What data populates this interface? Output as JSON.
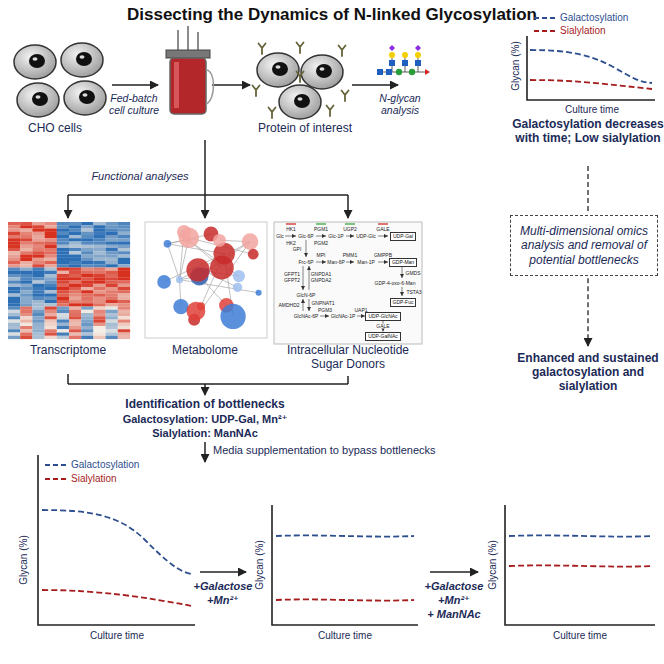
{
  "diagram": {
    "title": "Dissecting the Dynamics of N-linked Glycosylation",
    "nodes": [
      {
        "text": [
          "Multi-dimensional omics analysis and removal of potential bottlenecks"
        ]
      },
      {
        "text": [
          "UDP-Gal"
        ]
      },
      {
        "text": [
          "GDP-Man"
        ]
      },
      {
        "text": [
          "GDP-Fuc"
        ]
      },
      {
        "text": [
          "UDP-GlcNAc"
        ]
      },
      {
        "text": [
          "UDP-GalNAc"
        ]
      }
    ],
    "edges": [
      {
        "from": 4,
        "to": 5,
        "label": "GALE",
        "arrow": "to"
      }
    ],
    "labels": [
      "CHO cells",
      "Fed-batch cell culture",
      "Protein of interest",
      "N-glycan analysis",
      "Glycan (%)",
      "Culture time",
      "Galactosylation decreases with time; Low sialylation",
      "Functional analyses",
      "Transcriptome",
      "Metabolome",
      "Intracellular Nucleotide Sugar Donors",
      "Identification of bottlenecks",
      "Galactosylation: UDP-Gal, Mn²⁺",
      "Sialylation: ManNAc",
      "Media supplementation to bypass bottlenecks",
      "Enhanced and sustained galactosylation and sialylation",
      "Glycan (%)",
      "Culture time",
      "Glycan (%)",
      "Culture time",
      "Glycan (%)",
      "Culture time",
      "+Galactose",
      "+Mn²⁺",
      "+Galactose",
      "+Mn²⁺",
      "+ ManNAc",
      "Glc",
      "HK1",
      "HK2",
      "Glc-6P",
      "PGM1",
      "PGM2",
      "Glc-1P",
      "UGP2",
      "UDP-Glc",
      "GALE",
      "GPI",
      "Frc-6P",
      "MPI",
      "Man-6P",
      "PMM1",
      "Man-1P",
      "GMPPB",
      "GMDS",
      "GDP-4-oxo-6-Man",
      "TSTA3",
      "GFPT1",
      "GFPT2",
      "GNPDA1",
      "GNPDA2",
      "GlcN-6P",
      "AMDHD2",
      "GNPNAT1",
      "GlcNAc-6P",
      "PGM3",
      "GlcNAc-1P",
      "UAP1"
    ],
    "legend": [
      {
        "text": "Galactosylation"
      },
      {
        "text": "Sialylation"
      },
      {
        "text": "Galactosylation"
      },
      {
        "text": "Sialylation"
      }
    ]
  }
}
